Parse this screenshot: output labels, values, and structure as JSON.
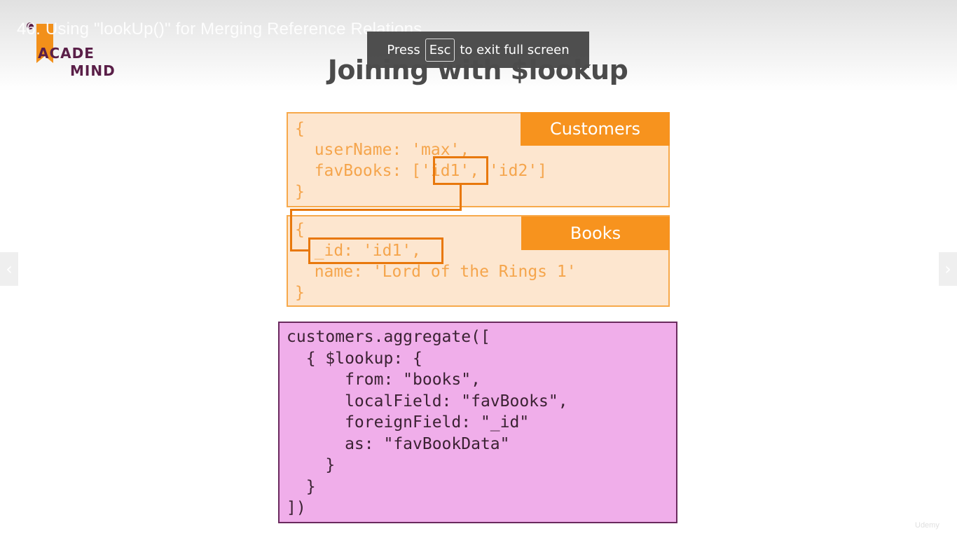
{
  "lecture": {
    "title": "46. Using \"lookUp()\" for Merging Reference Relations"
  },
  "logo": {
    "line1": "ACADE",
    "line2": "MIND"
  },
  "fullscreen_banner": {
    "prefix": "Press",
    "key": "Esc",
    "suffix": "to exit full screen"
  },
  "slide": {
    "title": "Joining with $lookup",
    "customers": {
      "label": "Customers",
      "lines": [
        "{",
        "  userName: 'max',",
        "  favBooks: ['id1', 'id2']",
        "}"
      ]
    },
    "books": {
      "label": "Books",
      "lines": [
        "{",
        "  _id: 'id1',",
        "  name: 'Lord of the Rings 1'",
        "}"
      ]
    },
    "aggregate": {
      "lines": [
        "customers.aggregate([",
        "  { $lookup: {",
        "      from: \"books\",",
        "      localField: \"favBooks\",",
        "      foreignField: \"_id\"",
        "      as: \"favBookData\"",
        "    }",
        "  }",
        "])"
      ]
    }
  },
  "nav": {
    "prev_icon": "chevron-left-icon",
    "next_icon": "chevron-right-icon",
    "prev_glyph": "‹",
    "next_glyph": "›"
  },
  "watermark": {
    "text": "Udemy"
  },
  "colors": {
    "orange": "#f7931e",
    "peach": "#fde6cf",
    "pink": "#f0aeea",
    "purple": "#5a1f48"
  }
}
